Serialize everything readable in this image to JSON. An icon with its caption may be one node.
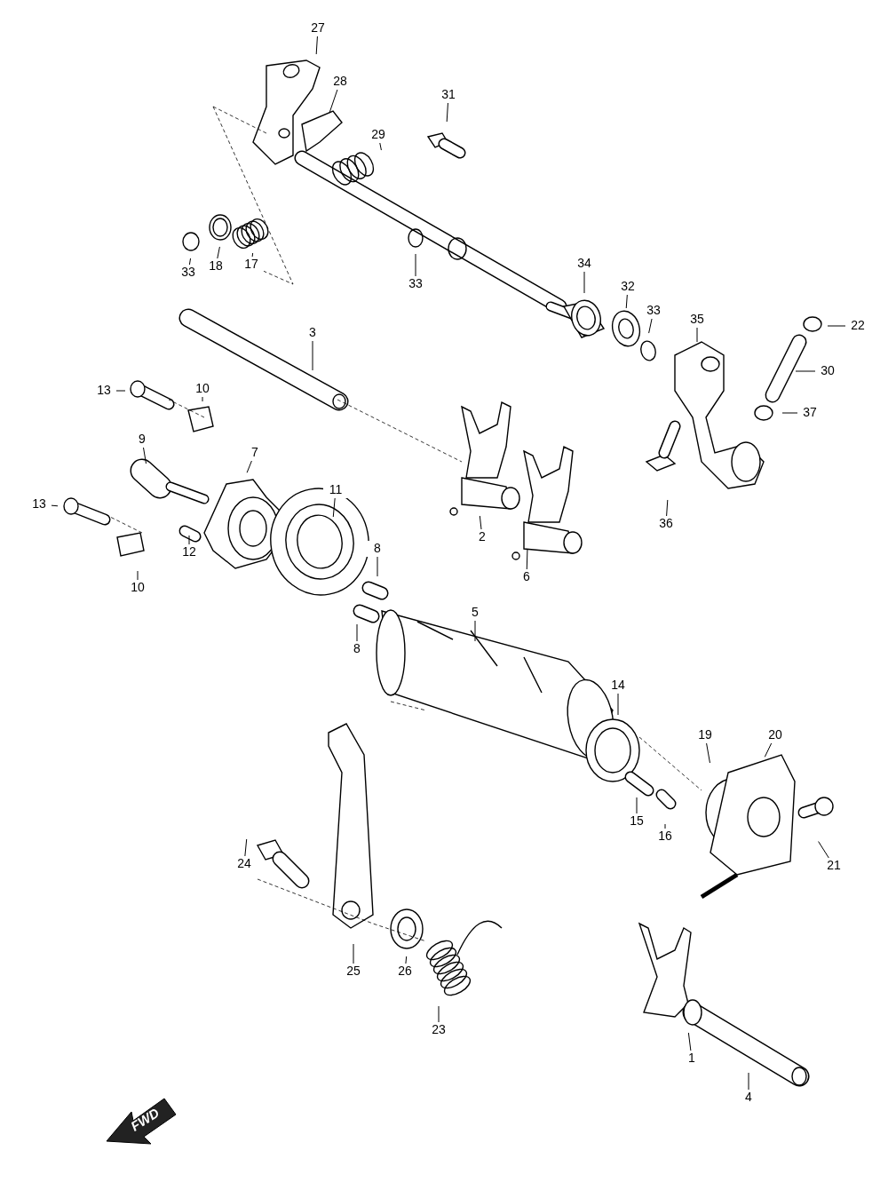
{
  "diagram": {
    "nodes": [
      {
        "text": [
          "27"
        ]
      },
      {
        "text": [
          "28"
        ]
      },
      {
        "text": [
          "29"
        ]
      },
      {
        "text": [
          "31"
        ]
      },
      {
        "text": [
          "33"
        ]
      },
      {
        "text": [
          "18"
        ]
      },
      {
        "text": [
          "17"
        ]
      },
      {
        "text": [
          "33"
        ]
      },
      {
        "text": [
          "34"
        ]
      },
      {
        "text": [
          "32"
        ]
      },
      {
        "text": [
          "33"
        ]
      },
      {
        "text": [
          "35"
        ]
      },
      {
        "text": [
          "22"
        ]
      },
      {
        "text": [
          "30"
        ]
      },
      {
        "text": [
          "37"
        ]
      },
      {
        "text": [
          "36"
        ]
      },
      {
        "text": [
          "3"
        ]
      },
      {
        "text": [
          "13"
        ]
      },
      {
        "text": [
          "10"
        ]
      },
      {
        "text": [
          "9"
        ]
      },
      {
        "text": [
          "7"
        ]
      },
      {
        "text": [
          "11"
        ]
      },
      {
        "text": [
          "13"
        ]
      },
      {
        "text": [
          "12"
        ]
      },
      {
        "text": [
          "10"
        ]
      },
      {
        "text": [
          "2"
        ]
      },
      {
        "text": [
          "6"
        ]
      },
      {
        "text": [
          "8"
        ]
      },
      {
        "text": [
          "8"
        ]
      },
      {
        "text": [
          "5"
        ]
      },
      {
        "text": [
          "14"
        ]
      },
      {
        "text": [
          "19"
        ]
      },
      {
        "text": [
          "20"
        ]
      },
      {
        "text": [
          "15"
        ]
      },
      {
        "text": [
          "16"
        ]
      },
      {
        "text": [
          "21"
        ]
      },
      {
        "text": [
          "24"
        ]
      },
      {
        "text": [
          "25"
        ]
      },
      {
        "text": [
          "26"
        ]
      },
      {
        "text": [
          "23"
        ]
      },
      {
        "text": [
          "1"
        ]
      },
      {
        "text": [
          "4"
        ]
      }
    ],
    "edges": [
      {
        "from": 0,
        "to": null,
        "arrow": "none"
      },
      {
        "from": 1,
        "to": null,
        "arrow": "none"
      },
      {
        "from": 2,
        "to": null,
        "arrow": "none"
      },
      {
        "from": 3,
        "to": null,
        "arrow": "none"
      },
      {
        "from": 4,
        "to": null,
        "arrow": "none"
      },
      {
        "from": 5,
        "to": null,
        "arrow": "none"
      },
      {
        "from": 6,
        "to": null,
        "arrow": "none"
      },
      {
        "from": 7,
        "to": null,
        "arrow": "none"
      },
      {
        "from": 8,
        "to": null,
        "arrow": "none"
      },
      {
        "from": 9,
        "to": null,
        "arrow": "none"
      },
      {
        "from": 10,
        "to": null,
        "arrow": "none"
      },
      {
        "from": 11,
        "to": null,
        "arrow": "none"
      },
      {
        "from": 12,
        "to": null,
        "arrow": "none"
      },
      {
        "from": 13,
        "to": null,
        "arrow": "none"
      },
      {
        "from": 14,
        "to": null,
        "arrow": "none"
      },
      {
        "from": 15,
        "to": null,
        "arrow": "none"
      },
      {
        "from": 16,
        "to": null,
        "arrow": "none"
      },
      {
        "from": 17,
        "to": null,
        "arrow": "none"
      },
      {
        "from": 18,
        "to": null,
        "arrow": "none"
      },
      {
        "from": 19,
        "to": null,
        "arrow": "none"
      },
      {
        "from": 20,
        "to": null,
        "arrow": "none"
      },
      {
        "from": 21,
        "to": null,
        "arrow": "none"
      },
      {
        "from": 22,
        "to": null,
        "arrow": "none"
      },
      {
        "from": 23,
        "to": null,
        "arrow": "none"
      },
      {
        "from": 24,
        "to": null,
        "arrow": "none"
      },
      {
        "from": 25,
        "to": null,
        "arrow": "none"
      },
      {
        "from": 26,
        "to": null,
        "arrow": "none"
      },
      {
        "from": 27,
        "to": null,
        "arrow": "none"
      },
      {
        "from": 28,
        "to": null,
        "arrow": "none"
      },
      {
        "from": 29,
        "to": null,
        "arrow": "none"
      },
      {
        "from": 30,
        "to": null,
        "arrow": "none"
      },
      {
        "from": 31,
        "to": null,
        "arrow": "none"
      },
      {
        "from": 32,
        "to": null,
        "arrow": "none"
      },
      {
        "from": 33,
        "to": null,
        "arrow": "none"
      },
      {
        "from": 34,
        "to": null,
        "arrow": "none"
      },
      {
        "from": 35,
        "to": null,
        "arrow": "none"
      },
      {
        "from": 36,
        "to": null,
        "arrow": "none"
      },
      {
        "from": 37,
        "to": null,
        "arrow": "none"
      },
      {
        "from": 38,
        "to": null,
        "arrow": "none"
      },
      {
        "from": 39,
        "to": null,
        "arrow": "none"
      },
      {
        "from": 40,
        "to": null,
        "arrow": "none"
      },
      {
        "from": 41,
        "to": null,
        "arrow": "none"
      }
    ],
    "labels": [
      "FWD"
    ]
  }
}
